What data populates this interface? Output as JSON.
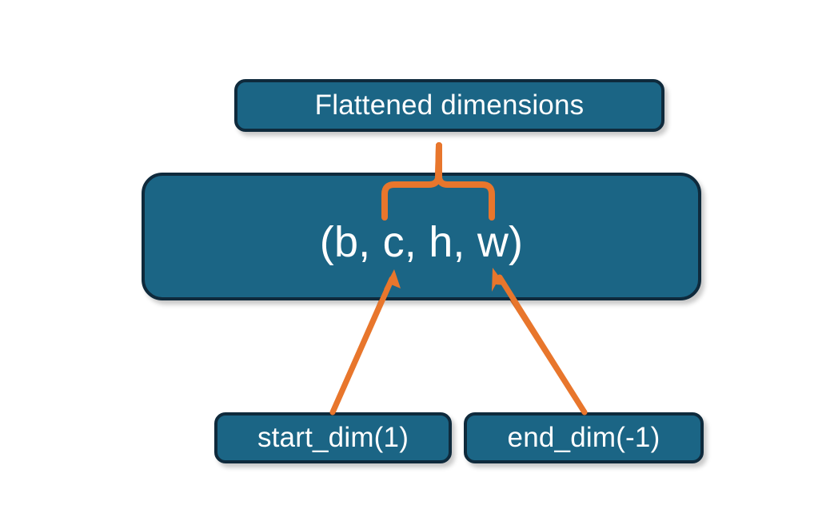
{
  "diagram": {
    "title": "flatten-start-end-dim-diagram",
    "background_color": "#ffffff",
    "node_fill_color": "#1b6585",
    "node_border_color": "#0f2a3c",
    "node_text_color": "#ffffff",
    "connector_color": "#e8762c",
    "nodes": [
      {
        "id": "flattened",
        "label": "Flattened dimensions"
      },
      {
        "id": "shape",
        "label": "(b, c, h, w)"
      },
      {
        "id": "start_dim",
        "label": "start_dim(1)"
      },
      {
        "id": "end_dim",
        "label": "end_dim(-1)"
      }
    ],
    "connectors": [
      {
        "id": "brace",
        "kind": "curly-brace",
        "from": "shape-span-c-to-w",
        "to": "flattened"
      },
      {
        "id": "arrow-start",
        "kind": "arrow",
        "from": "start_dim",
        "to": "shape-element-c"
      },
      {
        "id": "arrow-end",
        "kind": "arrow",
        "from": "end_dim",
        "to": "shape-element-w"
      }
    ]
  }
}
